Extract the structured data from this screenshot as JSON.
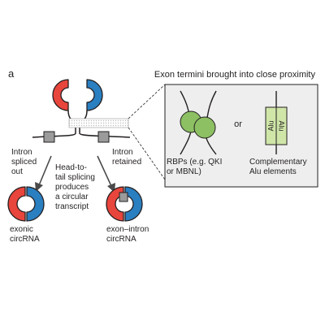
{
  "panel_letter": "a",
  "inset_title": "Exon termini brought into close proximity",
  "labels": {
    "intron_spliced_out": [
      "Intron",
      "spliced",
      "out"
    ],
    "head_to_tail": [
      "Head-to-",
      "tail splicing",
      "produces",
      "a circular",
      "transcript"
    ],
    "intron_retained": [
      "Intron",
      "retained"
    ],
    "exonic_circrna": [
      "exonic",
      "circRNA"
    ],
    "exon_intron_circrna": [
      "exon–intron",
      "circRNA"
    ],
    "rbps": [
      "RBPs (e.g. QKI",
      "or MBNL)"
    ],
    "or": "or",
    "complementary_alu": [
      "Complementary",
      "Alu elements"
    ],
    "alu_left": "Alu",
    "alu_right": "Alu"
  },
  "colors": {
    "exon_red": "#e8453c",
    "exon_blue": "#2a7fc1",
    "intron_gray": "#9b9b9b",
    "inset_bg": "#eeeeee",
    "rbp_green": "#8cc063",
    "alu_green": "#cfe6a8",
    "line": "#231f20"
  }
}
